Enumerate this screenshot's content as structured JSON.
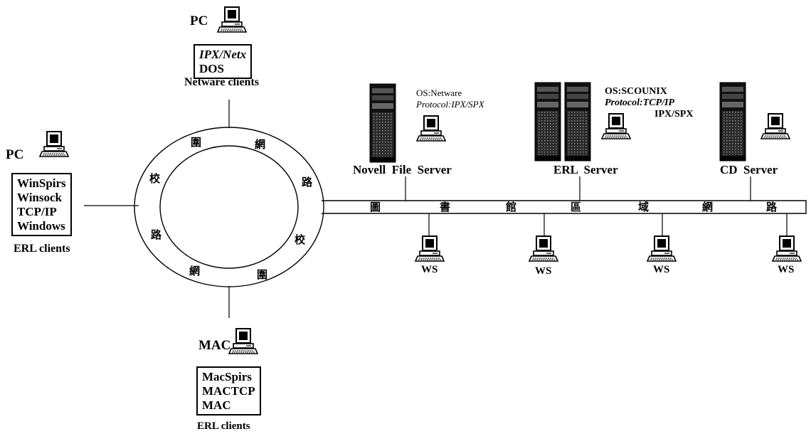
{
  "ring": {
    "chars": [
      "圍",
      "網",
      "路",
      "校",
      "圍",
      "網",
      "路",
      "校"
    ]
  },
  "bus": {
    "chars": [
      "圖",
      "書",
      "館",
      "區",
      "域",
      "網",
      "路"
    ]
  },
  "netware_client": {
    "device": "PC",
    "lines": [
      "IPX/Netx",
      "DOS"
    ],
    "caption": "Netware clients"
  },
  "erl_client_pc": {
    "device": "PC",
    "lines": [
      "WinSpirs",
      "Winsock",
      "TCP/IP",
      "Windows"
    ],
    "caption": "ERL clients"
  },
  "erl_client_mac": {
    "device": "MAC",
    "lines": [
      "MacSpirs",
      "MACTCP",
      "MAC"
    ],
    "caption": "ERL clients"
  },
  "servers": {
    "novell": {
      "name": "Novell  File  Server",
      "os": "OS:Netware",
      "protocol": "Protocol:IPX/SPX"
    },
    "erl": {
      "name": "ERL  Server",
      "os": "OS:SCOUNIX",
      "protocol": "Protocol:TCP/IP",
      "protocol2": "IPX/SPX"
    },
    "cd": {
      "name": "CD  Server"
    }
  },
  "workstations": [
    "WS",
    "WS",
    "WS",
    "WS"
  ],
  "icons": {
    "pc": "desktop-computer-icon",
    "server": "server-tower-icon"
  }
}
